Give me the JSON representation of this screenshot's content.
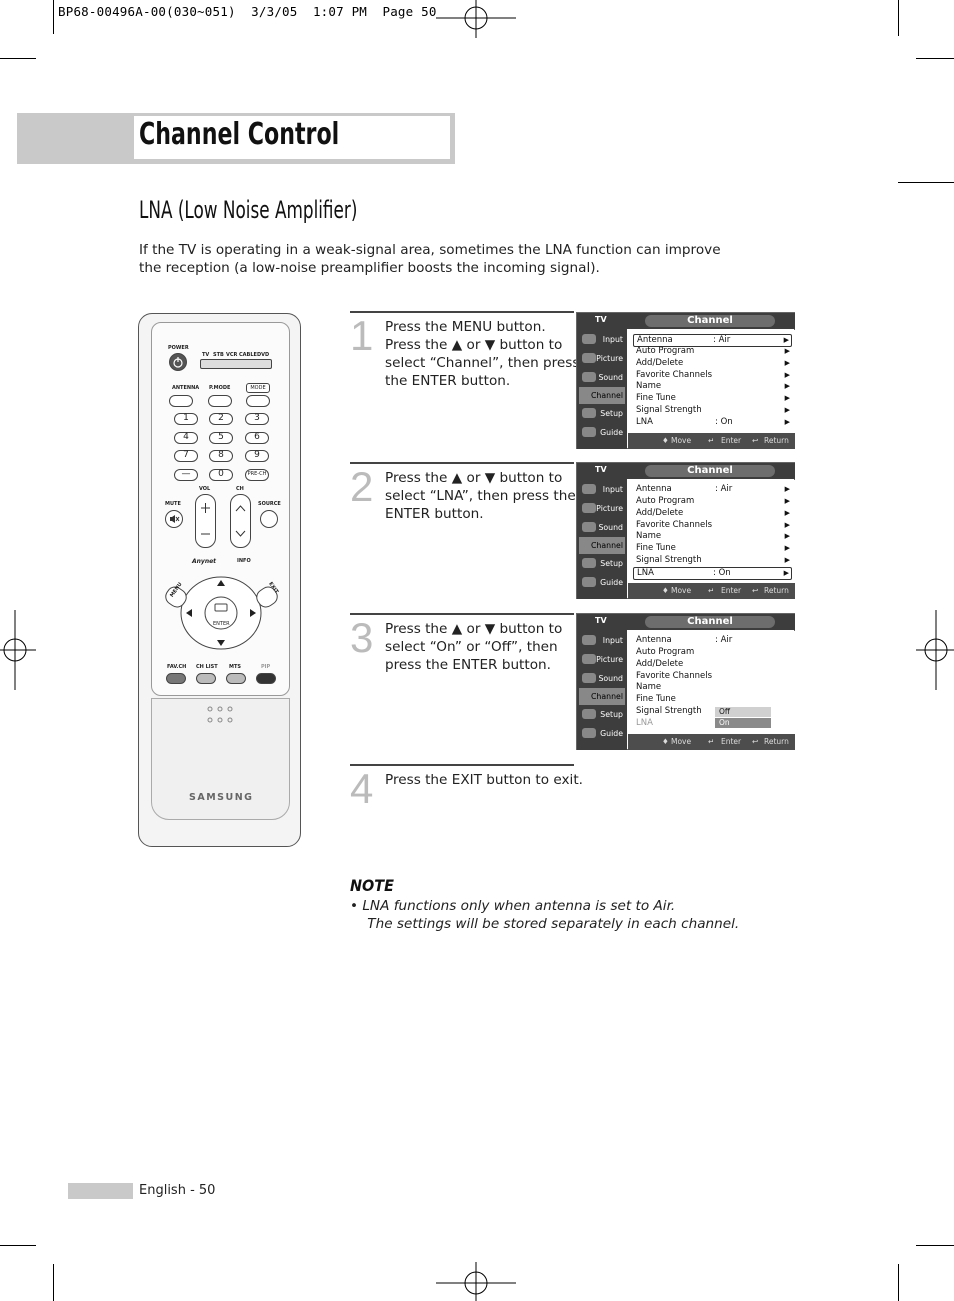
{
  "print_header": "BP68-00496A-00(030~051)  3/3/05  1:07 PM  Page 50",
  "header": {
    "title": "Channel Control"
  },
  "section": {
    "title": "LNA (Low Noise Amplifier)"
  },
  "intro": [
    "If the TV is operating in a weak-signal area, sometimes the LNA function can improve",
    "the reception (a low-noise preamplifier boosts the incoming signal)."
  ],
  "steps": [
    {
      "num": "1",
      "lines": [
        "Press the MENU button.",
        "Press the ▲ or ▼ button to",
        "select “Channel”, then press",
        "the ENTER button."
      ]
    },
    {
      "num": "2",
      "lines": [
        "Press the ▲ or ▼ button to",
        "select “LNA”, then press the",
        "ENTER button."
      ]
    },
    {
      "num": "3",
      "lines": [
        "Press the ▲ or ▼ button to",
        "select “On” or “Off”, then",
        "press the ENTER button."
      ]
    },
    {
      "num": "4",
      "lines": [
        "Press the EXIT button to exit."
      ]
    }
  ],
  "osd": {
    "tv_label": "TV",
    "title": "Channel",
    "sidebar": [
      "Input",
      "Picture",
      "Sound",
      "Channel",
      "Setup",
      "Guide"
    ],
    "active_menu": "Channel",
    "items": [
      {
        "label": "Antenna",
        "value": ": Air"
      },
      {
        "label": "Auto Program",
        "value": ""
      },
      {
        "label": "Add/Delete",
        "value": ""
      },
      {
        "label": "Favorite Channels",
        "value": ""
      },
      {
        "label": "Name",
        "value": ""
      },
      {
        "label": "Fine Tune",
        "value": ""
      },
      {
        "label": "Signal Strength",
        "value": ""
      },
      {
        "label": "LNA",
        "value": ": On"
      }
    ],
    "footer": {
      "move": "Move",
      "enter": "Enter",
      "return": "Return"
    },
    "dropdown_options": [
      "Off",
      "On"
    ]
  },
  "remote": {
    "labels": {
      "power": "POWER",
      "tv": "TV",
      "stb": "STB",
      "vcr": "VCR",
      "cable": "CABLE",
      "dvd": "DVD",
      "antenna": "ANTENNA",
      "pmode": "P.MODE",
      "mode": "MODE",
      "digits": [
        "1",
        "2",
        "3",
        "4",
        "5",
        "6",
        "7",
        "8",
        "9",
        "—",
        "0",
        "PRE-CH"
      ],
      "mute": "MUTE",
      "vol": "VOL",
      "ch": "CH",
      "source": "SOURCE",
      "anynet": "Anynet",
      "info": "INFO",
      "menu": "MENU",
      "exit": "EXIT",
      "enter": "ENTER",
      "favch": "FAV.CH",
      "chlist": "CH LIST",
      "mts": "MTS",
      "pip": "PIP"
    },
    "brand": "SAMSUNG"
  },
  "note": {
    "title": "NOTE",
    "lines": [
      "•  LNA functions only when antenna is set to Air.",
      "    The settings will be stored separately in each channel."
    ]
  },
  "footer": {
    "page": "English - 50"
  }
}
